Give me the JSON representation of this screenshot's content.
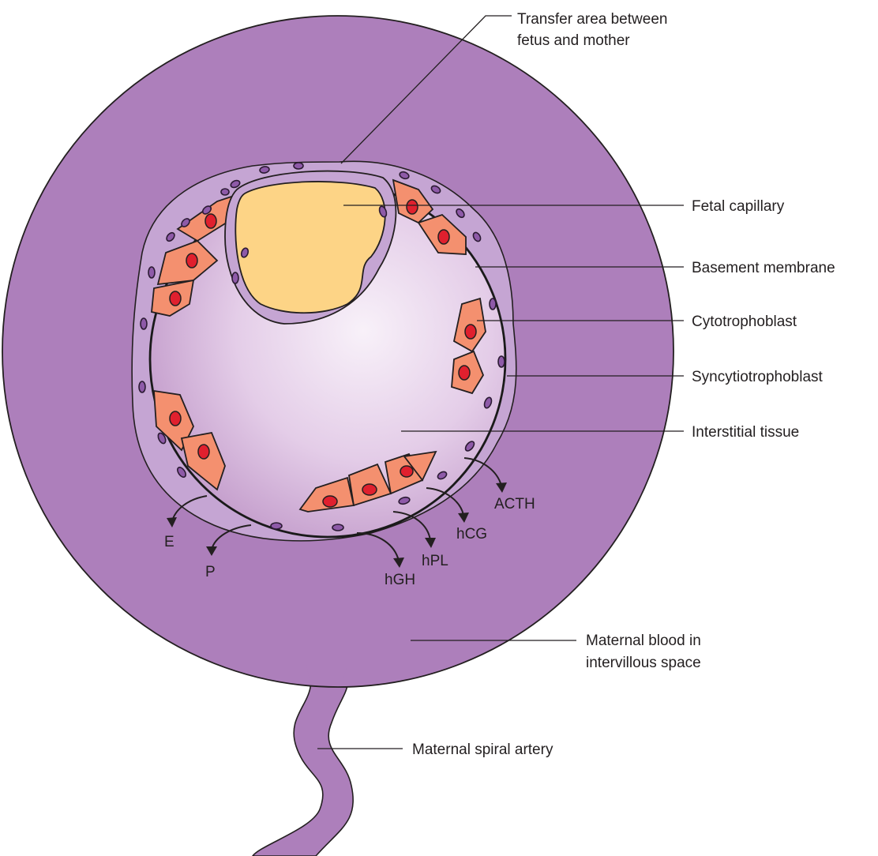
{
  "labels": {
    "transfer_area_line1": "Transfer area between",
    "transfer_area_line2": "fetus and mother",
    "fetal_capillary": "Fetal capillary",
    "basement_membrane": "Basement membrane",
    "cytotrophoblast": "Cytotrophoblast",
    "syncytiotrophoblast": "Syncytiotrophoblast",
    "interstitial_tissue": "Interstitial tissue",
    "maternal_blood_line1": "Maternal blood in",
    "maternal_blood_line2": "intervillous space",
    "spiral_artery": "Maternal spiral artery"
  },
  "hormones": {
    "e": "E",
    "p": "P",
    "hgh": "hGH",
    "hpl": "hPL",
    "hcg": "hCG",
    "acth": "ACTH"
  },
  "colors": {
    "maternal_blood": "#ad7fbb",
    "syncytiotrophoblast": "#c5a5d3",
    "interstitial_center": "#f7eff8",
    "interstitial_edge": "#c9a2cf",
    "fetal_capillary": "#fdd486",
    "cytotrophoblast": "#f4906f",
    "cyto_nucleus": "#e0202e",
    "syncytio_nucleus": "#8e5aa8"
  }
}
